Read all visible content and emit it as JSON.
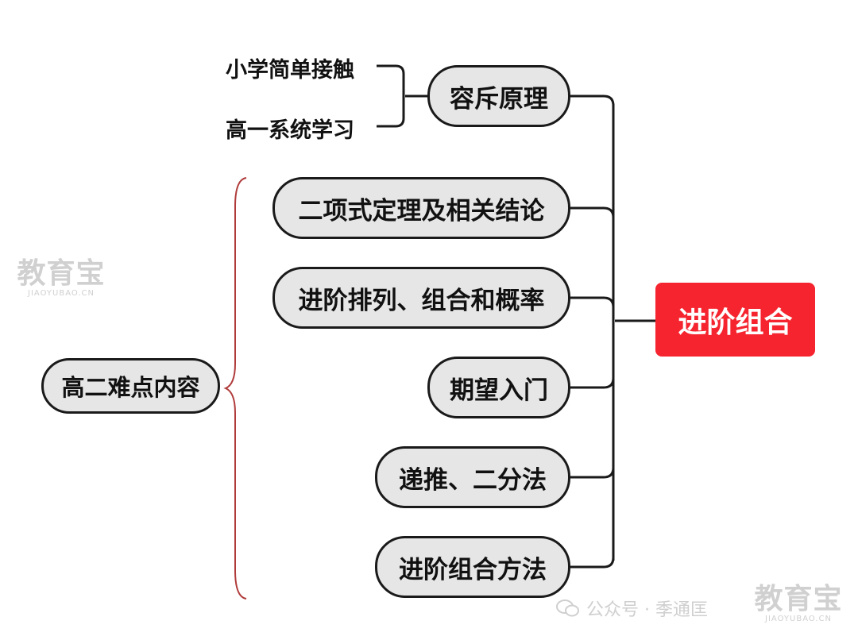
{
  "diagram": {
    "main_node": "进阶组合",
    "branch_nodes": [
      "容斥原理",
      "二项式定理及相关结论",
      "进阶排列、组合和概率",
      "期望入门",
      "递推、二分法",
      "进阶组合方法"
    ],
    "sub_leaves": [
      "小学简单接触",
      "高一系统学习"
    ],
    "group_label": "高二难点内容"
  },
  "watermarks": {
    "logo_text": "教育宝",
    "logo_url_text": "JIAOYUBAO.CN",
    "footer_text": "公众号 · 季通匡"
  },
  "colors": {
    "main_node_fill": "#f5242f",
    "node_fill": "#e6e6e6",
    "connector": "#1a1a1a",
    "brace": "#b03a3a"
  }
}
